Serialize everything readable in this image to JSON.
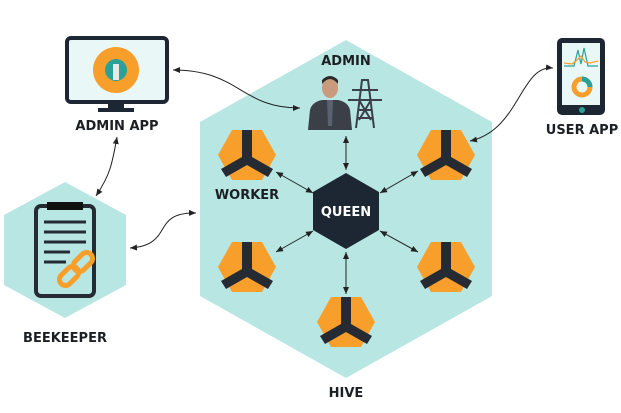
{
  "labels": {
    "admin_app": "ADMIN APP",
    "admin": "ADMIN",
    "user_app": "USER APP",
    "worker": "WORKER",
    "queen": "QUEEN",
    "beekeeper": "BEEKEEPER",
    "hive": "HIVE"
  },
  "colors": {
    "hive_fill": "#b8e6e3",
    "worker_orange": "#f89e2a",
    "dark": "#222831",
    "queen_fill": "#1c2733",
    "teal_accent": "#2aa198"
  }
}
